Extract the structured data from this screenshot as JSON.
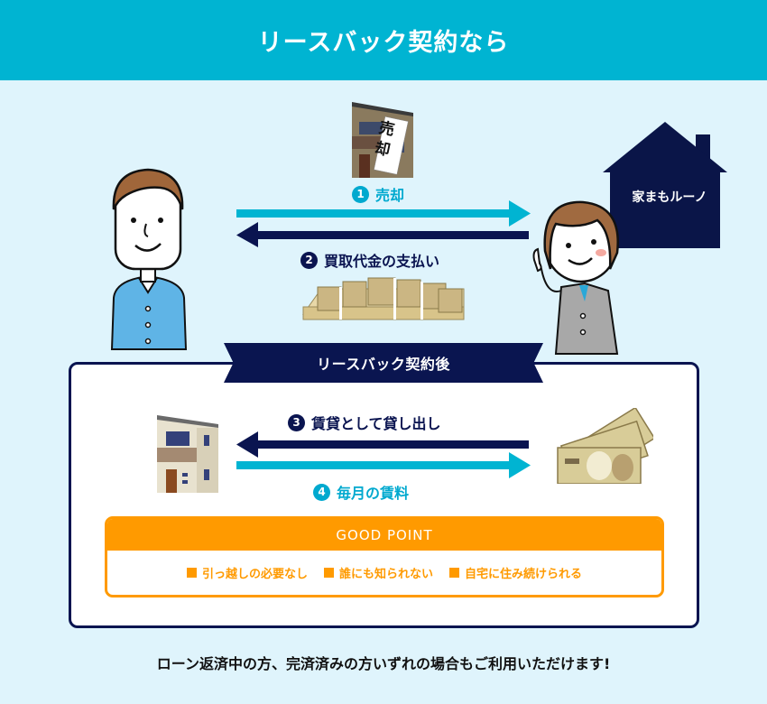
{
  "header": {
    "title": "リースバック契約なら"
  },
  "colors": {
    "header_bg": "#00b4d2",
    "page_bg": "#dff4fc",
    "cyan": "#00a9cf",
    "navy": "#0a1450",
    "orange": "#ff9a00"
  },
  "before": {
    "steps": [
      {
        "number": "1",
        "label": "売却",
        "direction": "right",
        "color": "cyan"
      },
      {
        "number": "2",
        "label": "買取代金の支払い",
        "direction": "left",
        "color": "navy"
      }
    ],
    "sale_sign": "売却",
    "owner_icon": "man-icon",
    "company": {
      "name": "家まもルーノ",
      "icon": "house-silhouette-icon",
      "staff_icon": "woman-staff-icon"
    },
    "money_icon": "cash-bundles-icon"
  },
  "after": {
    "tab_label": "リースバック契約後",
    "steps": [
      {
        "number": "3",
        "label": "賃貸として貸し出し",
        "direction": "left",
        "color": "navy"
      },
      {
        "number": "4",
        "label": "毎月の賃料",
        "direction": "right",
        "color": "cyan"
      }
    ],
    "house_icon": "house-icon",
    "money_icon": "banknotes-icon"
  },
  "good_point": {
    "title": "GOOD POINT",
    "items": [
      "引っ越しの必要なし",
      "誰にも知られない",
      "自宅に住み続けられる"
    ]
  },
  "footer": {
    "note": "ローン返済中の方、完済済みの方いずれの場合もご利用いただけます!"
  }
}
